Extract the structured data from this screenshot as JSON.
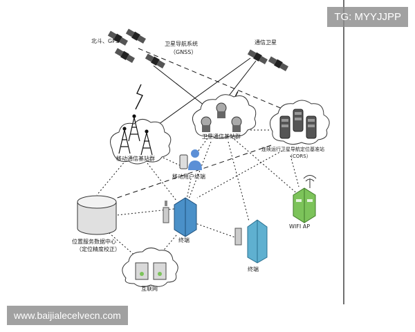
{
  "labels": {
    "beidou_gps": "北斗、GPS",
    "gnss": "卫星导航系统",
    "gnss_sub": "（GNSS）",
    "comm_sat": "通信卫星",
    "sat_base": "卫星通信基站群",
    "mobile_base": "移动通信基站群",
    "mobile_user": "移动用户终端",
    "cors": "连续运行卫星导航定位基准站",
    "cors_sub": "（CORS）",
    "data_center": "位置服务数据中心",
    "data_center_sub": "（定位精度校正）",
    "terminal_1": "终端",
    "terminal_2": "终端",
    "wifi_ap": "WIFI AP",
    "internet": "互联网"
  },
  "watermarks": {
    "telegram": "TG: MYYJJPP",
    "website": "www.baijialecelvecn.com"
  },
  "colors": {
    "line": "#111111",
    "building_blue": "#4a90c8",
    "building_teal": "#5fb0d0",
    "wifi_green": "#7cc35a",
    "server_gray": "#d9d9d9",
    "person_blue": "#5b8fd6"
  }
}
